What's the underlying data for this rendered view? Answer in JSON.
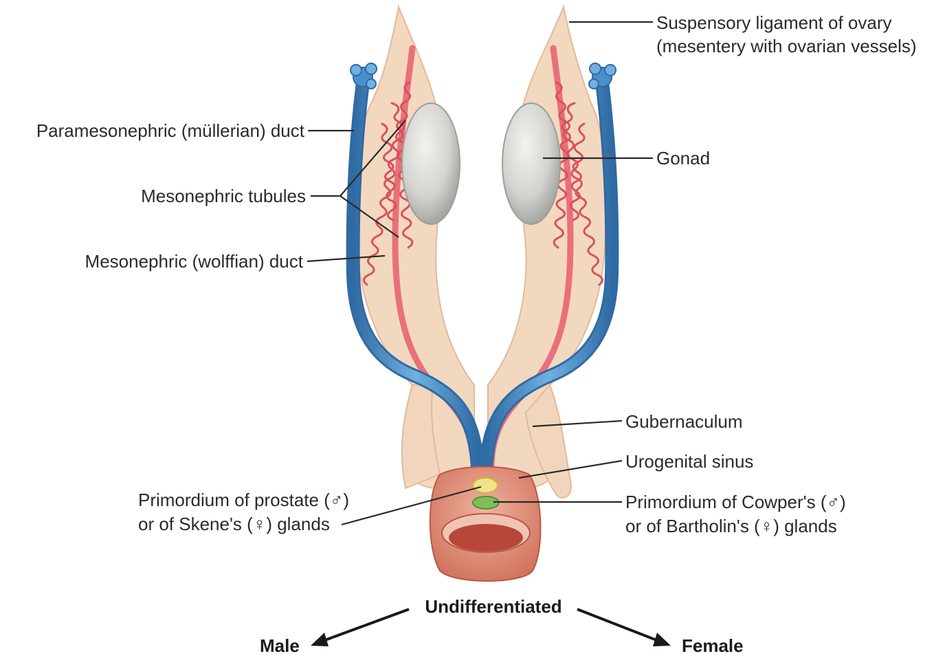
{
  "labels": {
    "suspensory_line1": "Suspensory ligament of ovary",
    "suspensory_line2": "(mesentery with ovarian vessels)",
    "paramesonephric_duct": "Paramesonephric (müllerian) duct",
    "gonad": "Gonad",
    "mesonephric_tubules": "Mesonephric tubules",
    "mesonephric_duct": "Mesonephric (wolffian) duct",
    "gubernaculum": "Gubernaculum",
    "urogenital_sinus": "Urogenital sinus",
    "prostate_line1": "Primordium of prostate (♂)",
    "prostate_line2": "or of Skene's (♀) glands",
    "cowper_line1": "Primordium of Cowper's (♂)",
    "cowper_line2": "or of Bartholin's (♀) glands"
  },
  "flow": {
    "center": "Undifferentiated",
    "left": "Male",
    "right": "Female"
  },
  "colors": {
    "mesentery": "#f3d8c0",
    "mesentery_edge": "#e2b99a",
    "paramesonephric_duct": "#4a8fcb",
    "paramesonephric_dark": "#2f6aa3",
    "mesonephric_duct": "#e8707c",
    "tubules": "#d8505e",
    "gonad": "#d6d6d2",
    "gonad_shade": "#a9aaa6",
    "sinus": "#e29a86",
    "sinus_dark": "#c9604c",
    "prostate_primordium": "#f0e38a",
    "cowper_primordium": "#7fbf5a"
  }
}
